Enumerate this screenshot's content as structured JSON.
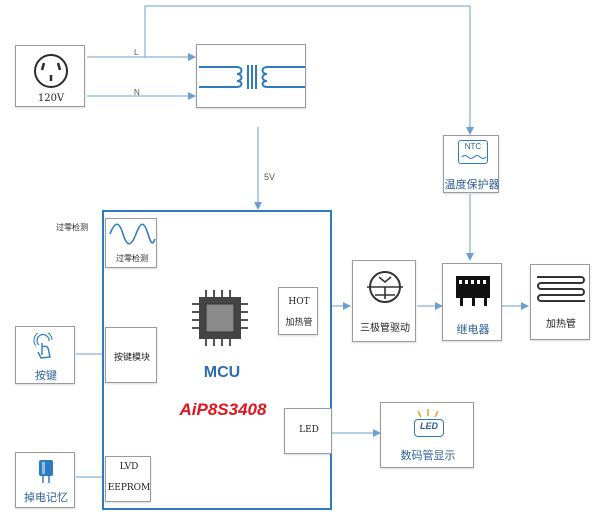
{
  "power": {
    "outlet_label": "120V",
    "line_l": "L",
    "line_n": "N"
  },
  "transformer": {
    "supply_label": "5V"
  },
  "ntc": {
    "badge": "NTC",
    "label": "温度保护器"
  },
  "mcu": {
    "title": "MCU",
    "part_number": "AiP8S3408"
  },
  "zero_cross": {
    "outer_label": "过零检测",
    "inner_label": "过零检测"
  },
  "key": {
    "module_label": "按键模块",
    "device_label": "按键"
  },
  "memory": {
    "line1": "LVD",
    "line2": "EEPROM",
    "device_label": "掉电记忆"
  },
  "hot": {
    "line1": "HOT",
    "line2": "加热管"
  },
  "triode": {
    "label": "三极管驱动"
  },
  "relay": {
    "label": "继电器"
  },
  "heater": {
    "label": "加热管"
  },
  "led": {
    "port_label": "LED",
    "badge": "LED",
    "display_label": "数码管显示"
  },
  "colors": {
    "accent": "#2f7bc0",
    "mcu_text": "#2b6fb0",
    "part_number": "#e0141c",
    "wire": "#6a9fd0"
  }
}
